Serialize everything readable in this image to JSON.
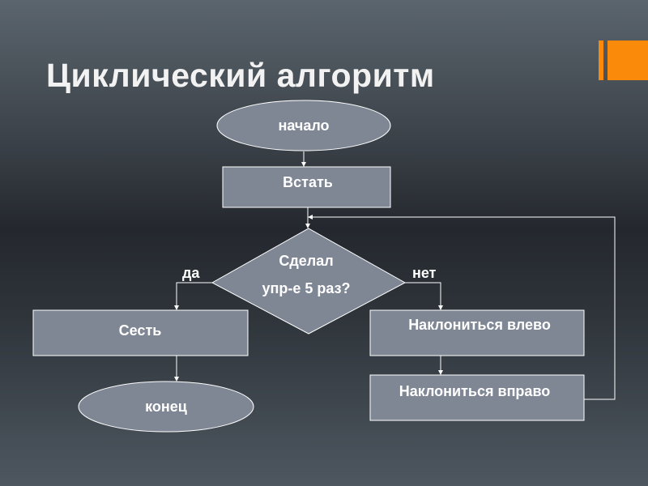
{
  "title": "Циклический алгоритм",
  "accent_color": "#f98a0a",
  "nodes": {
    "start": "начало",
    "stand": "Встать",
    "condition_line1": "Сделал",
    "condition_line2": "упр-е 5 раз?",
    "yes_label": "да",
    "no_label": "нет",
    "sit": "Сесть",
    "end": "конец",
    "lean_left": "Наклониться влево",
    "lean_right": "Наклониться вправо"
  }
}
